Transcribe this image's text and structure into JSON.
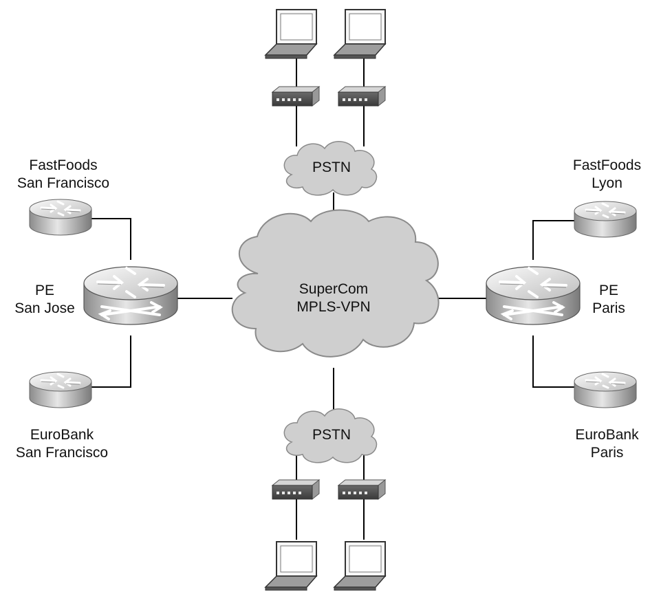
{
  "nodes": {
    "fastfoods_sf": {
      "line1": "FastFoods",
      "line2": "San Francisco"
    },
    "pe_sanjose": {
      "line1": "PE",
      "line2": "San Jose"
    },
    "eurobank_sf": {
      "line1": "EuroBank",
      "line2": "San Francisco"
    },
    "fastfoods_lyon": {
      "line1": "FastFoods",
      "line2": "Lyon"
    },
    "pe_paris": {
      "line1": "PE",
      "line2": "Paris"
    },
    "eurobank_paris": {
      "line1": "EuroBank",
      "line2": "Paris"
    },
    "core_cloud": {
      "line1": "SuperCom",
      "line2": "MPLS-VPN"
    },
    "pstn_top": {
      "label": "PSTN"
    },
    "pstn_bottom": {
      "label": "PSTN"
    }
  },
  "links": [
    {
      "from": "pstn_top",
      "to": "core_cloud"
    },
    {
      "from": "pstn_bottom",
      "to": "core_cloud"
    },
    {
      "from": "pe_sanjose",
      "to": "core_cloud"
    },
    {
      "from": "pe_paris",
      "to": "core_cloud"
    },
    {
      "from": "fastfoods_sf",
      "to": "pe_sanjose"
    },
    {
      "from": "eurobank_sf",
      "to": "pe_sanjose"
    },
    {
      "from": "fastfoods_lyon",
      "to": "pe_paris"
    },
    {
      "from": "eurobank_paris",
      "to": "pe_paris"
    },
    {
      "from": "laptop_top_left",
      "to": "modem_top_left"
    },
    {
      "from": "modem_top_left",
      "to": "pstn_top"
    },
    {
      "from": "laptop_top_right",
      "to": "modem_top_right"
    },
    {
      "from": "modem_top_right",
      "to": "pstn_top"
    },
    {
      "from": "laptop_bottom_left",
      "to": "modem_bottom_left"
    },
    {
      "from": "modem_bottom_left",
      "to": "pstn_bottom"
    },
    {
      "from": "laptop_bottom_right",
      "to": "modem_bottom_right"
    },
    {
      "from": "modem_bottom_right",
      "to": "pstn_bottom"
    }
  ],
  "icons": {
    "router": "router-icon",
    "pe_router": "pe-router-icon",
    "modem": "modem-icon",
    "laptop": "laptop-icon",
    "cloud": "cloud-icon"
  },
  "colors": {
    "line": "#000000",
    "cloud_fill": "#d0d0d0",
    "cloud_stroke": "#8a8a8a",
    "device_light": "#eeeeee",
    "device_dark": "#777777"
  }
}
